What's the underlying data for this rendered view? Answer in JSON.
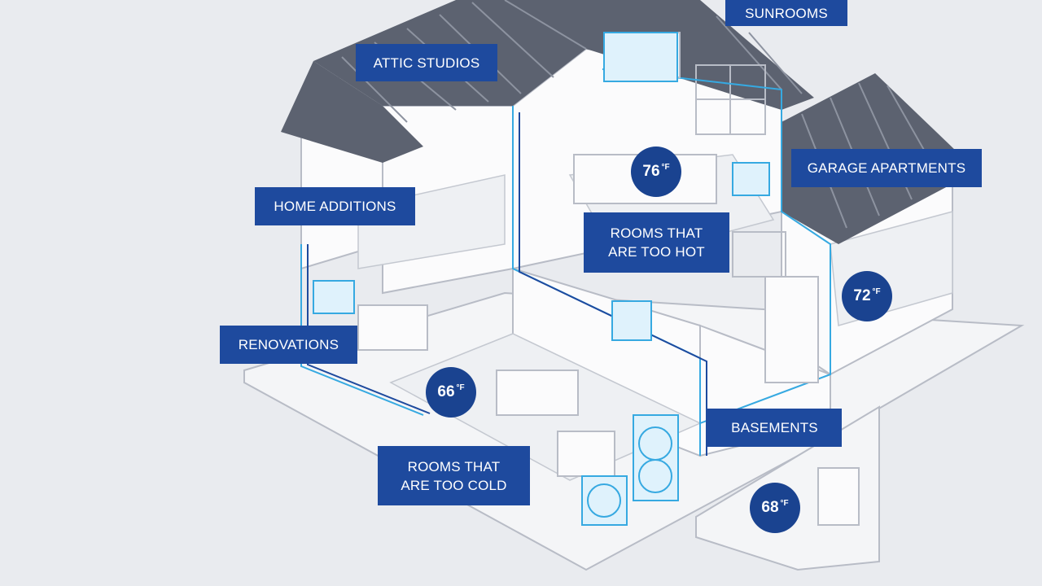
{
  "labels": {
    "sunrooms": "SUNROOMS",
    "attic_studios": "ATTIC STUDIOS",
    "garage_apartments": "GARAGE APARTMENTS",
    "home_additions": "HOME ADDITIONS",
    "rooms_too_hot_line1": "ROOMS THAT",
    "rooms_too_hot_line2": "ARE TOO HOT",
    "renovations": "RENOVATIONS",
    "basements": "BASEMENTS",
    "rooms_too_cold_line1": "ROOMS THAT",
    "rooms_too_cold_line2": "ARE TOO COLD"
  },
  "temperatures": {
    "bedroom": {
      "value": "76",
      "unit": "°F"
    },
    "garage": {
      "value": "72",
      "unit": "°F"
    },
    "living_room": {
      "value": "66",
      "unit": "°F"
    },
    "basement": {
      "value": "68",
      "unit": "°F"
    }
  },
  "colors": {
    "background": "#e9ebef",
    "label_bg": "#1e4a9e",
    "badge_bg": "#1a4390",
    "roof": "#5c6270",
    "wall_outline": "#b8bcc6",
    "duct": "#36a9e1"
  }
}
